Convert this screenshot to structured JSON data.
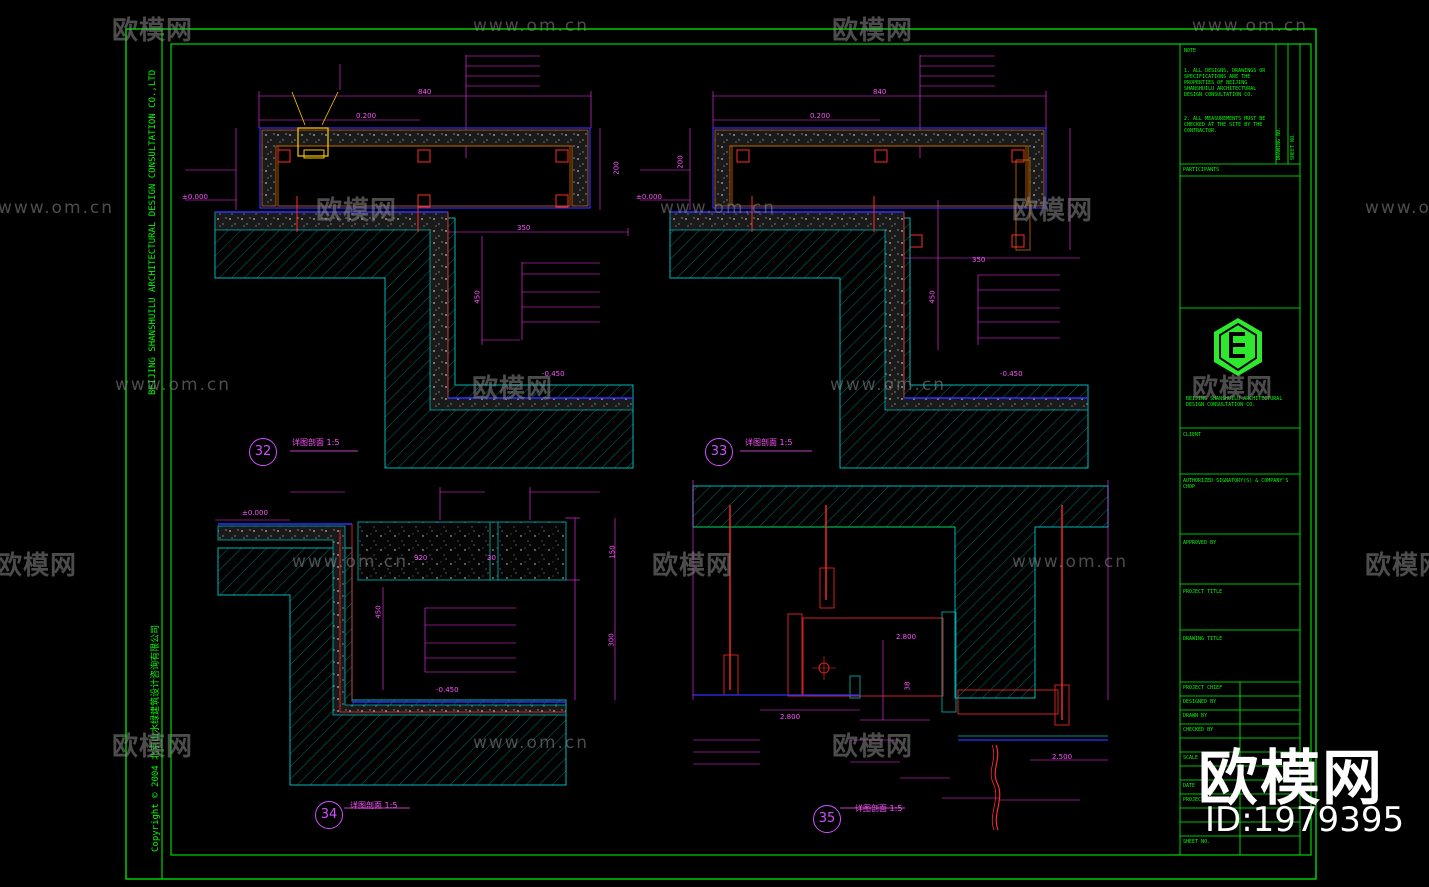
{
  "watermark": {
    "brand": "欧模网",
    "url": "www.om.cn",
    "big_brand": "欧模网",
    "id_label": "ID:1979395"
  },
  "border": {
    "vertical_company": "BEIJING SHANSHUILU ARCHITECTURAL DESIGN CONSULTATION CO.,LTD",
    "copyright": "Copyright © 2004 北京山水绿建筑设计咨询有限公司"
  },
  "sections": [
    {
      "number": "32",
      "title": "详图剖面 1:5"
    },
    {
      "number": "33",
      "title": "详图剖面 1:5"
    },
    {
      "number": "34",
      "title": "详图剖面 1:5"
    },
    {
      "number": "35",
      "title": "详图剖面 1:5"
    }
  ],
  "dimensions": {
    "d840a": "840",
    "d840b": "840",
    "d0200a": "0.200",
    "d0200b": "0.200",
    "d350a": "350",
    "d350b": "350",
    "d450a": "450",
    "d450b": "450",
    "d450c": "450",
    "d200a": "200",
    "d200b": "200",
    "d300": "300",
    "d150": "150",
    "d920": "920",
    "d30": "30",
    "d2800a": "2.800",
    "d2800b": "2.800",
    "d2500": "2.500",
    "d38": "38"
  },
  "levels": {
    "l0000a": "±0.000",
    "l0000b": "±0.000",
    "l0000c": "±0.000",
    "lm0450a": "-0.450",
    "lm0450b": "-0.450",
    "lm0450c": "-0.450"
  },
  "title_block": {
    "note_label": "NOTE",
    "note_1": "1. ALL DESIGNS, DRAWINGS OR SPECIFICATIONS ARE THE PROPERTIES OF BEIJING SHANSHUILU ARCHITECTURAL DESIGN CONSULTATION CO.",
    "note_2": "2. ALL MEASUREMENTS MUST BE CHECKED AT THE SITE BY THE CONTRACTOR.",
    "participants": "PARTICIPANTS",
    "company_en": "BEIJING SHANSHUILU ARCHITECTURAL DESIGN CONSULTATION CO.",
    "client": "CLIENT",
    "authorized": "AUTHORIZED SIGNATORY(S) & COMPANY'S CHOP",
    "approved": "APPROVED BY",
    "project_title": "PROJECT TITLE",
    "drawing_title": "DRAWING TITLE",
    "project_chief": "PROJECT CHIEF",
    "designed_by": "DESIGNED BY",
    "drawn_by": "DRAWN BY",
    "checked_by": "CHECKED BY",
    "scale": "SCALE",
    "date": "DATE",
    "project_no": "PROJECT NO.",
    "sheet_no": "SHEET NO.",
    "drawing_no": "DRAWING NO."
  },
  "colors": {
    "frame": "#00ff00",
    "dim": "#ff33ff",
    "concrete": "#00b8b8",
    "structure": "#ff2a2a",
    "wood": "#d06a00",
    "level_line": "#3030ff",
    "logo": "#2ee82e"
  }
}
